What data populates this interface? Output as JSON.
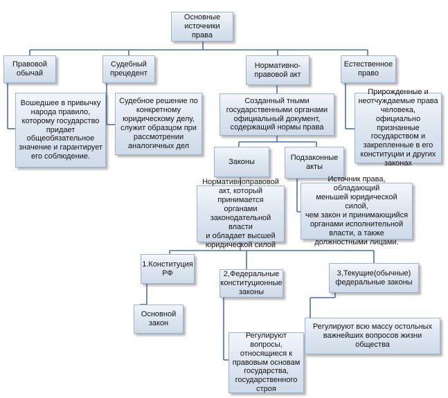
{
  "root": {
    "label": "Основные\nисточники\nправа"
  },
  "sources": {
    "custom": {
      "label": "Правовой\nобычай",
      "description": "Вошедшее в привычку\nнарода правило,\nкоторому государство\nпридает\nобщеобязательное\nзначение и гарантирует\nего соблюдение."
    },
    "precedent": {
      "label": "Судебный\nпрецедент",
      "description": "Судебное решение по\nконкретному\nюридическому делу,\nслужит образцом при\nрассмотрении\nаналогичных дел"
    },
    "normative_act": {
      "label": "Нормативно-\nправовой акт",
      "description": "Созданный тными\nгосударственными органами\nофициальный документ,\nсодержащий нормы права"
    },
    "natural": {
      "label": "Естественное\nправо",
      "description": "Прирожденные и\nнеотчуждаемые права\nчеловека, официально\nпризнанные\nгосударством и\nзакрепленные в его\nконституции и других\nзаконах"
    }
  },
  "laws": {
    "label": "Законы",
    "description": "Нормативнoправовой\nакт, который\nпринимается органами\nзаконодательной власти\nи обладает высшей\nюридической силой"
  },
  "bylaws": {
    "label": "Подзаконные\nакты",
    "description": "Источник права, обладающий\nменьшей юридической силой,\nчем закон и принимающийся\nорганами исполнительной\nвласти, а также\nдолжностными лицами."
  },
  "law_types": [
    {
      "label": "1.Конституция\nРФ",
      "description": "Основной\nзакон"
    },
    {
      "label": "2,Федеральные\nконституционные\nзаконы",
      "description": "Регулируют вопросы,\nотносящиеся к\nправовым основам\nгосударства,\nгосударственного\nстроя"
    },
    {
      "label": "3,Текущие(обычные)\nфедеральные законы",
      "description": "Регулируют всю массу остольных\nважнейших вопросов жизни общества"
    }
  ],
  "colors": {
    "line": "#4a6fa5",
    "box_border": "#9cb2cf",
    "box_fill_top": "#f2f6fb",
    "box_fill_bottom": "#cfdbea"
  }
}
